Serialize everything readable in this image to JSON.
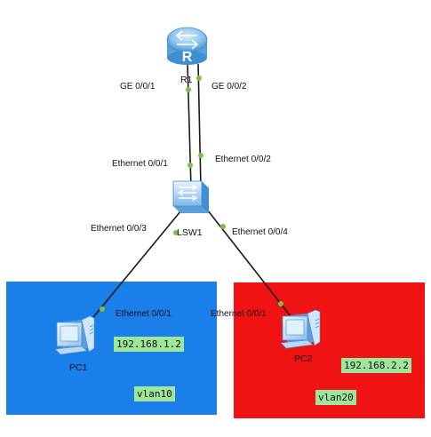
{
  "colors": {
    "zone_left": "#1a7fe8",
    "zone_right": "#f01313",
    "link": "#1a1a1a",
    "port_dot": "#7ac142",
    "tag_bg": "#9ee69a"
  },
  "nodes": {
    "router": {
      "name": "R1",
      "icon": "router-icon"
    },
    "switch": {
      "name": "LSW1",
      "icon": "switch-icon"
    },
    "pc1": {
      "name": "PC1",
      "icon": "pc-icon"
    },
    "pc2": {
      "name": "PC2",
      "icon": "pc-icon"
    }
  },
  "ports": {
    "r1_left": "GE 0/0/1",
    "r1_right": "GE 0/0/2",
    "sw_up_left": "Ethernet 0/0/1",
    "sw_up_right": "Ethernet 0/0/2",
    "sw_down_left": "Ethernet 0/0/3",
    "sw_down_right": "Ethernet 0/0/4",
    "pc1_port": "Ethernet 0/0/1",
    "pc2_port": "Ethernet 0/0/1"
  },
  "tags": {
    "pc1_ip": "192.168.1.2",
    "pc2_ip": "192.168.2.2",
    "vlan_left": "vlan10",
    "vlan_right": "vlan20"
  }
}
